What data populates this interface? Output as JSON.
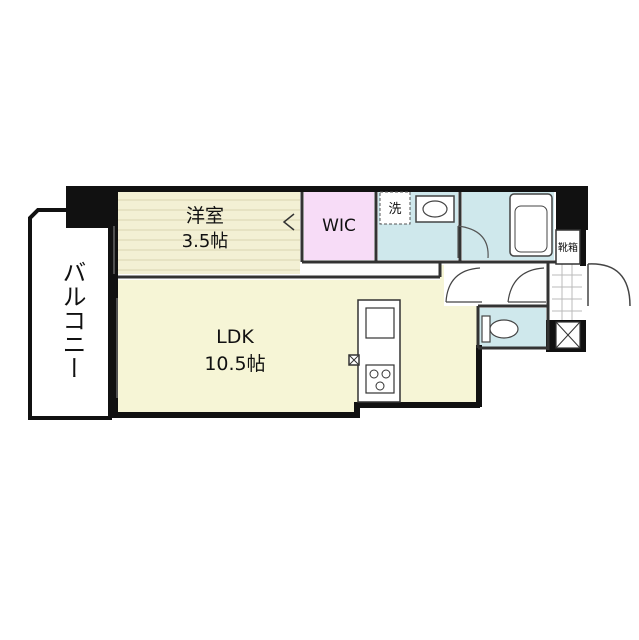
{
  "rooms": {
    "western_room": {
      "name": "洋室",
      "size": "3.5帖"
    },
    "wic": {
      "name": "WIC"
    },
    "ldk": {
      "name": "LDK",
      "size": "10.5帖"
    },
    "laundry": {
      "name": "洗"
    },
    "shoe_box": {
      "name": "靴箱"
    },
    "balcony": {
      "name": "バルコニー"
    }
  },
  "colors": {
    "wall": "#111111",
    "western_room_floor": "#f3f0d4",
    "wic_floor": "#f7dcf7",
    "ldk_floor": "#f6f5d6",
    "wet_area_floor": "#cfe8ec",
    "entrance_floor": "#ffffff",
    "balcony_floor": "#ffffff"
  }
}
